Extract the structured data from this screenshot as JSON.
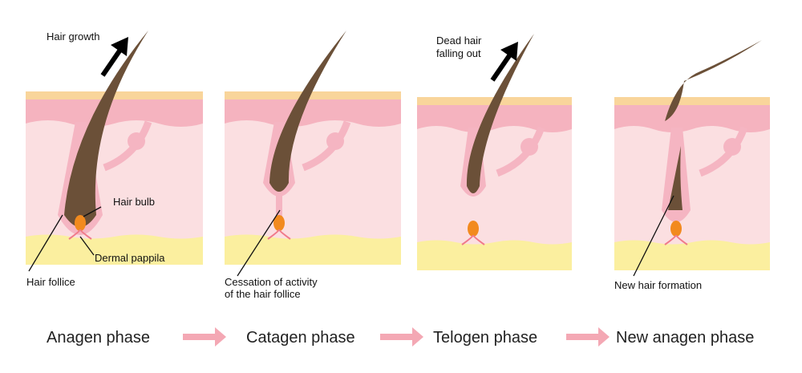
{
  "colors": {
    "hair": "#6b5038",
    "surface": "#f9d59b",
    "epidermis": "#f5b3bf",
    "dermis": "#fbdfe1",
    "follicle": "#f5b5c2",
    "fat": "#fbef9f",
    "papilla": "#f28a1e",
    "arrow": "#f4a8b4"
  },
  "labels": {
    "hair_growth": "Hair growth",
    "hair_bulb": "Hair bulb",
    "dermal_papilla": "Dermal pappila",
    "hair_follicle": "Hair follice",
    "cessation_line1": "Cessation of activity",
    "cessation_line2": "of the hair follice",
    "dead_hair_line1": "Dead hair",
    "dead_hair_line2": "falling out",
    "new_hair": "New hair formation"
  },
  "phases": [
    "Anagen phase",
    "Catagen phase",
    "Telogen phase",
    "New anagen phase"
  ]
}
